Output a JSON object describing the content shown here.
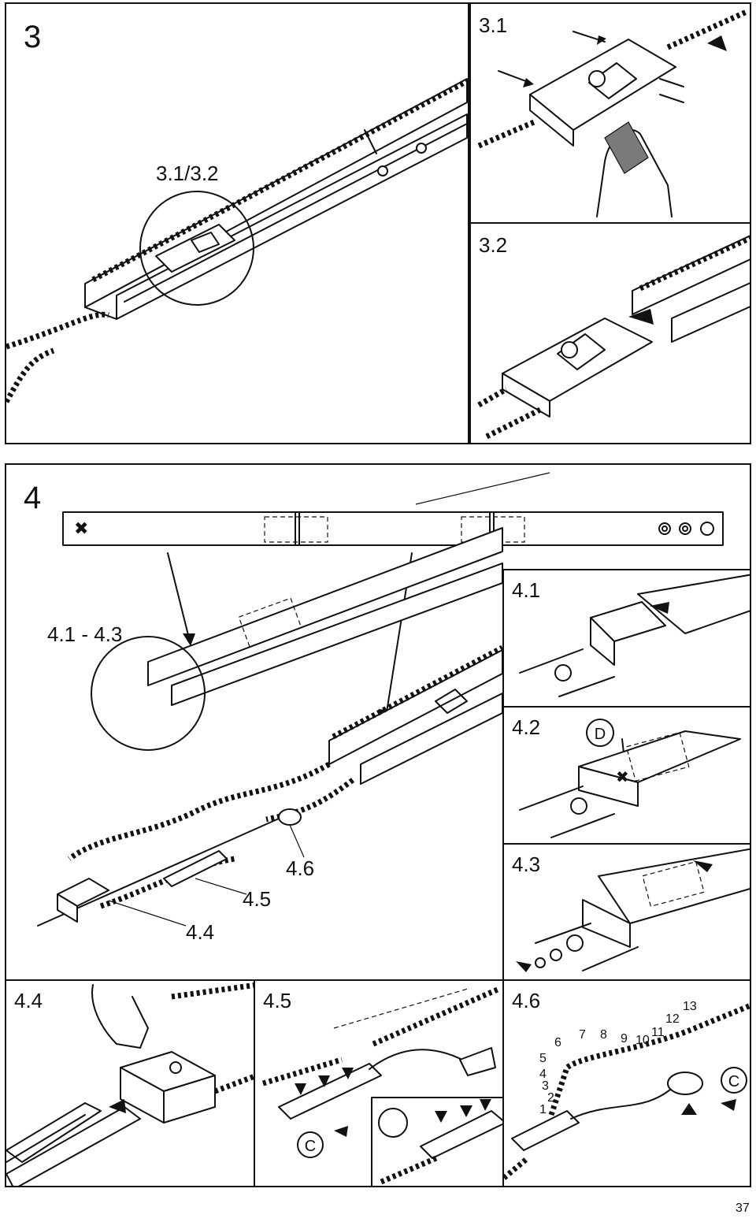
{
  "figure3": {
    "label": "3",
    "callout": "3.1/3.2",
    "detail_a": "3.1",
    "detail_b": "3.2"
  },
  "figure4": {
    "label": "4",
    "callout_main": "4.1 - 4.3",
    "detail_41": "4.1",
    "detail_42": "4.2",
    "detail_43": "4.3",
    "marker_d": "D",
    "label_44": "4.4",
    "label_45": "4.5",
    "label_46": "4.6"
  },
  "bottom_row": {
    "panel_44": "4.4",
    "panel_45": "4.5",
    "panel_46": "4.6",
    "marker_c_45": "C",
    "marker_c_46": "C",
    "link_numbers": [
      "1",
      "2",
      "3",
      "4",
      "5",
      "6",
      "7",
      "8",
      "9",
      "10",
      "11",
      "12",
      "13"
    ]
  },
  "page_number": "37"
}
